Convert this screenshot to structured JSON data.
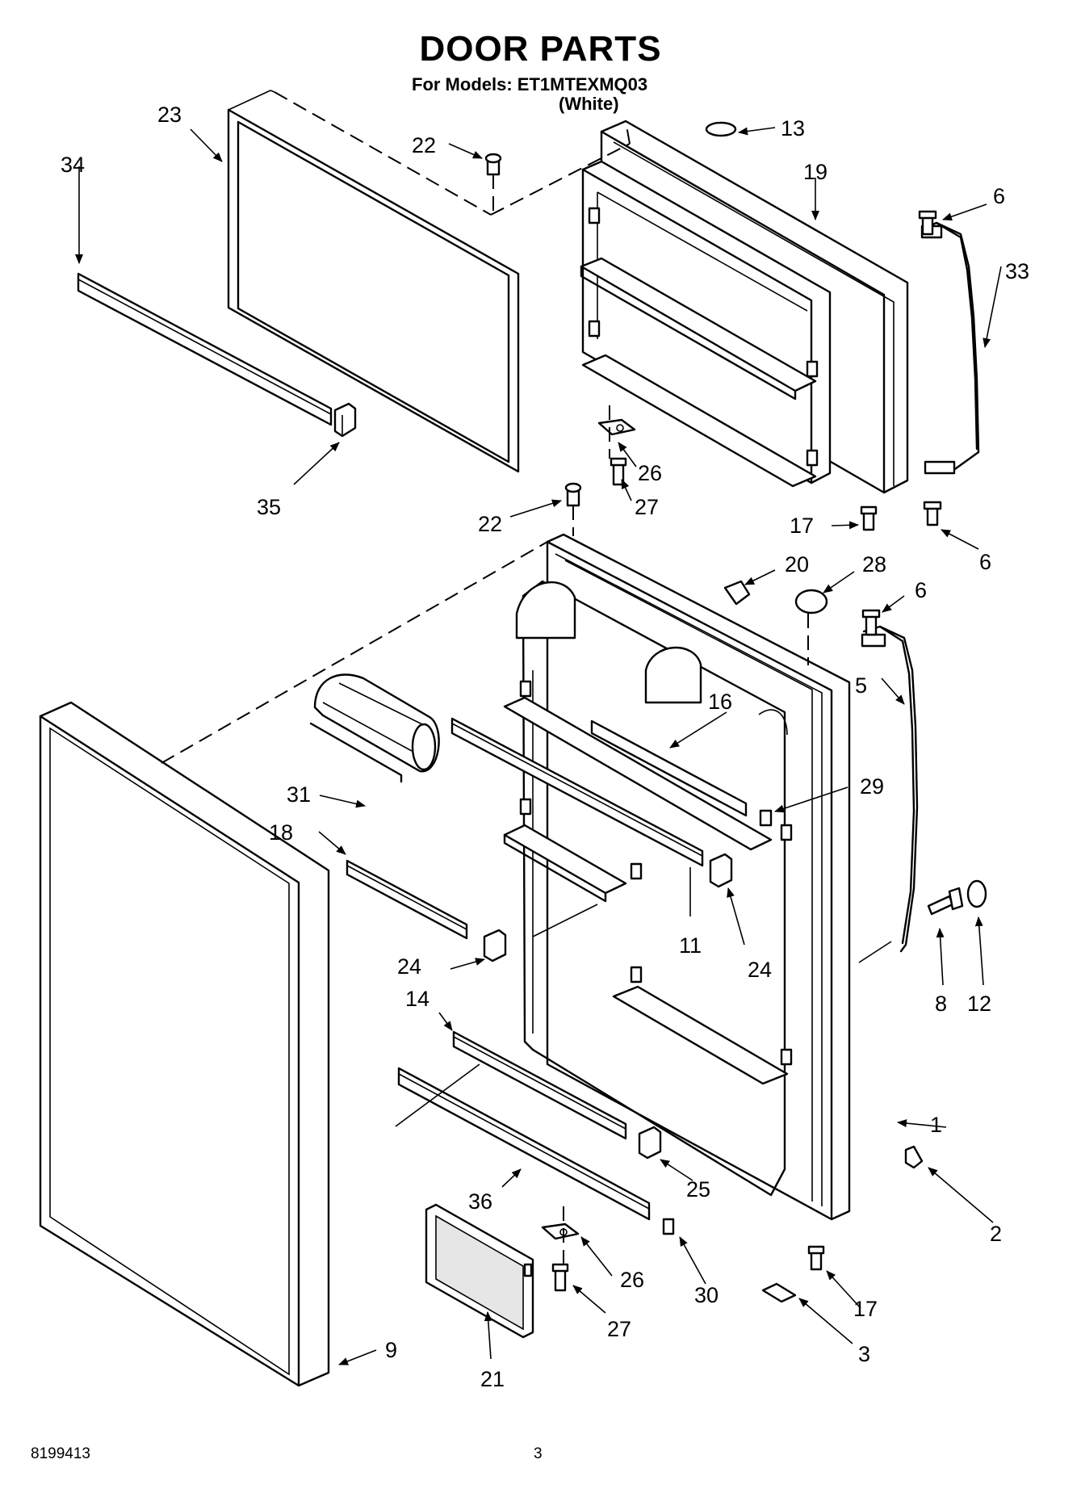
{
  "header": {
    "title": "DOOR PARTS",
    "models": "For Models: ET1MTEXMQ03",
    "variant": "(White)"
  },
  "footer": {
    "doc_number": "8199413",
    "page_number": "3"
  },
  "callouts": {
    "c1": "1",
    "c2": "2",
    "c3": "3",
    "c5": "5",
    "c6a": "6",
    "c6b": "6",
    "c6c": "6",
    "c8": "8",
    "c9": "9",
    "c11": "11",
    "c12": "12",
    "c13": "13",
    "c14": "14",
    "c16": "16",
    "c17a": "17",
    "c17b": "17",
    "c18": "18",
    "c19": "19",
    "c20": "20",
    "c21": "21",
    "c22a": "22",
    "c22b": "22",
    "c23": "23",
    "c24a": "24",
    "c24b": "24",
    "c25": "25",
    "c26a": "26",
    "c26b": "26",
    "c27a": "27",
    "c27b": "27",
    "c28": "28",
    "c29": "29",
    "c30": "30",
    "c31": "31",
    "c33": "33",
    "c34": "34",
    "c35": "35",
    "c36": "36"
  }
}
